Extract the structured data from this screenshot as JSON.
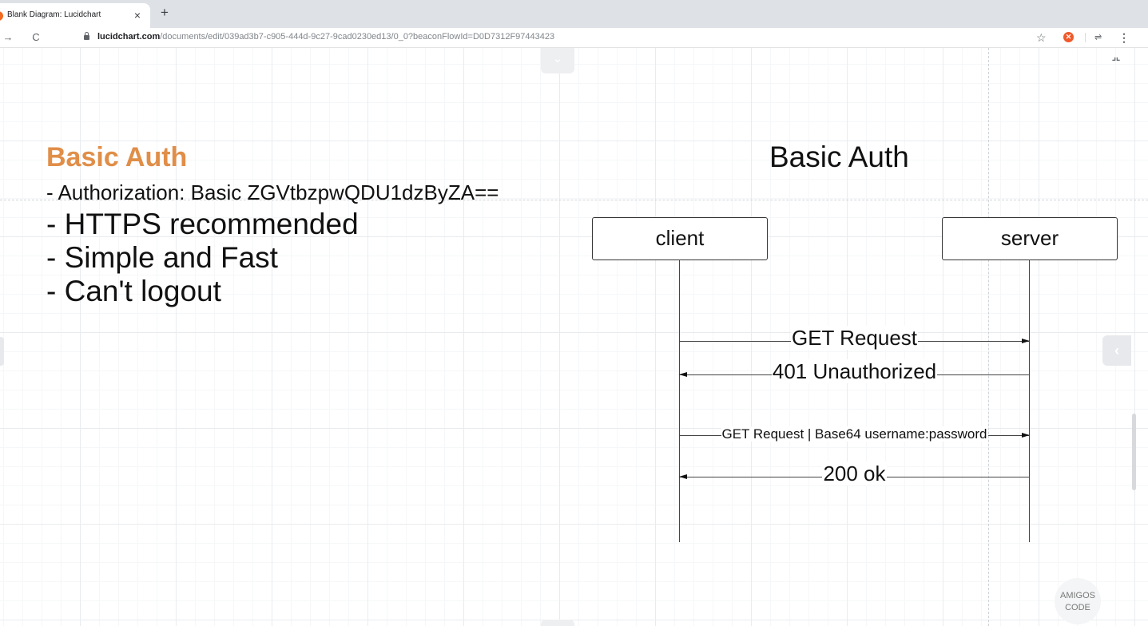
{
  "browser": {
    "tab_title": "Blank Diagram: Lucidchart",
    "tab_close": "×",
    "new_tab": "+",
    "url_host": "lucidchart.com",
    "url_path": "/documents/edit/039ad3b7-c905-444d-9c27-9cad0230ed13/0_0?beaconFlowId=D0D7312F97443423",
    "back_icon": "→",
    "reload_icon": "C",
    "star_icon": "☆",
    "extension_icon": "✕",
    "extension2_icon": "⇌",
    "menu_icon": "⋮"
  },
  "canvas": {
    "collapse_top_icon": "⌄",
    "panel_toggle_icon": "‹",
    "fit_icon": "⌟⌞"
  },
  "notes": {
    "heading": "Basic Auth",
    "heading_color": "#e08e48",
    "bullets": [
      "- Authorization: Basic ZGVtbzpwQDU1dzByZA==",
      "- HTTPS recommended",
      "- Simple and Fast",
      "- Can't logout"
    ]
  },
  "diagram": {
    "title": "Basic Auth",
    "actors": {
      "client": "client",
      "server": "server"
    },
    "messages": [
      {
        "label": "GET Request",
        "direction": "client-to-server"
      },
      {
        "label": "401 Unauthorized",
        "direction": "server-to-client"
      },
      {
        "label": "GET Request | Base64 username:password",
        "direction": "client-to-server"
      },
      {
        "label": "200 ok",
        "direction": "server-to-client"
      }
    ]
  },
  "watermark": {
    "line1": "AMIGOS",
    "line2": "CODE"
  }
}
